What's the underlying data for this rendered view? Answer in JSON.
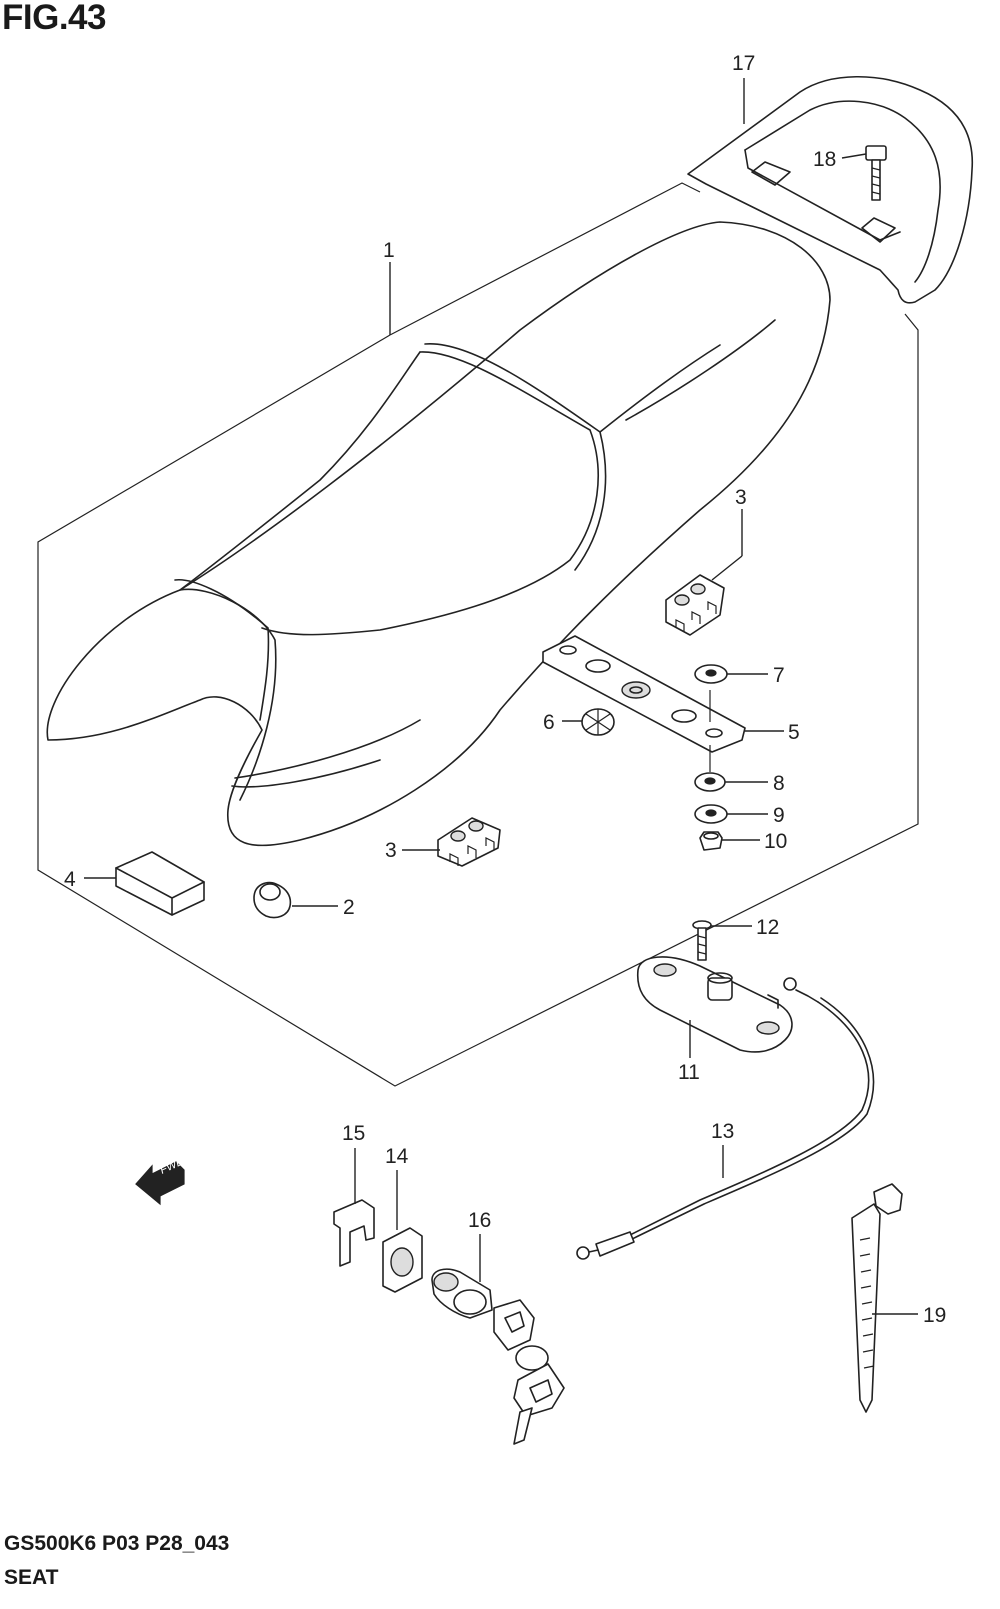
{
  "figure": {
    "title": "FIG.43",
    "model_code": "GS500K6 P03 P28_043",
    "section_name": "SEAT"
  },
  "fwd_label": "FWD",
  "callouts": [
    "1",
    "2",
    "3",
    "3",
    "4",
    "5",
    "6",
    "7",
    "8",
    "9",
    "10",
    "11",
    "12",
    "13",
    "14",
    "15",
    "16",
    "17",
    "18",
    "19"
  ]
}
